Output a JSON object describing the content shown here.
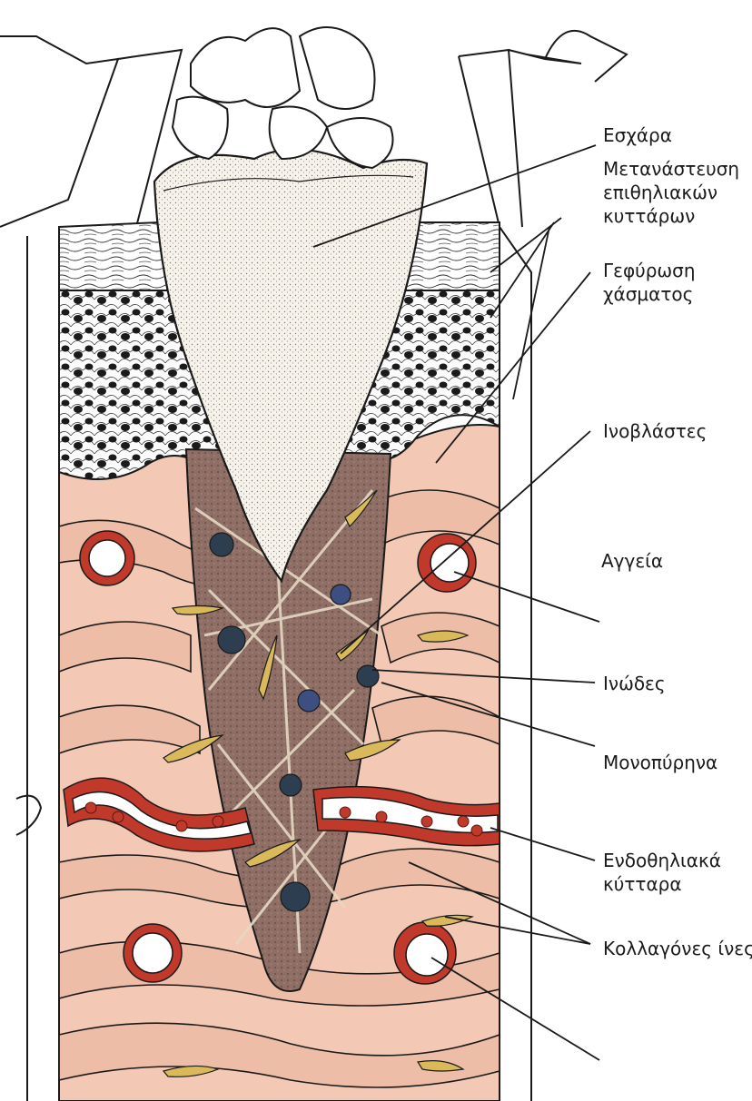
{
  "labels": {
    "eschar": "Εσχάρα",
    "epithelial_migration": [
      "Μετανάστευση",
      "επιθηλιακών",
      "κυττάρων"
    ],
    "gap_bridging": [
      "Γεφύρωση",
      "χάσματος"
    ],
    "fibroblasts": "Ινοβλάστες",
    "vessels": "Αγγεία",
    "fibrin": "Ινώδες",
    "monocytes": "Μονοπύρηνα",
    "endothelial_cells": [
      "Ενδοθηλιακά",
      "κύτταρα"
    ],
    "collagen_fibers": "Κολλαγόνες ίνες"
  },
  "colors": {
    "ink": "#1a1a1a",
    "dermis": "#f3c9b5",
    "dermis_dark": "#e9a98e",
    "granulation": "#8c6a63",
    "vessel_wall": "#c0392b",
    "eschar_fill": "#f7f3ea"
  }
}
